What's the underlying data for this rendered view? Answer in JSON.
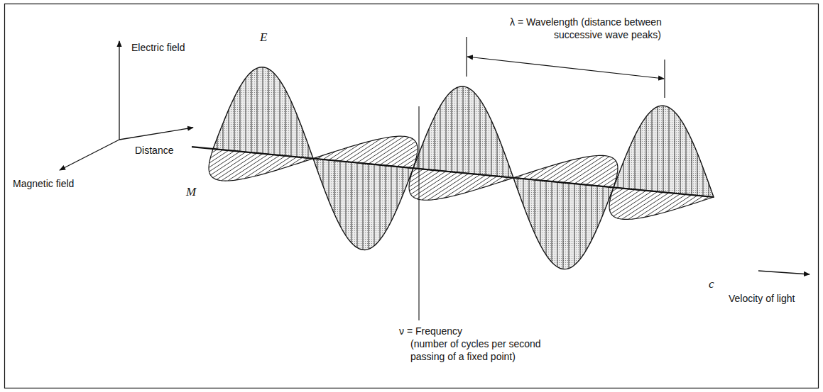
{
  "diagram": {
    "labels": [
      "Electric field",
      "Magnetic field",
      "Distance",
      "E",
      "M",
      "λ = Wavelength (distance between successive wave peaks)",
      "ν = Frequency",
      "(number of cycles per second passing of a fixed point)",
      "c",
      "Velocity of light"
    ]
  }
}
